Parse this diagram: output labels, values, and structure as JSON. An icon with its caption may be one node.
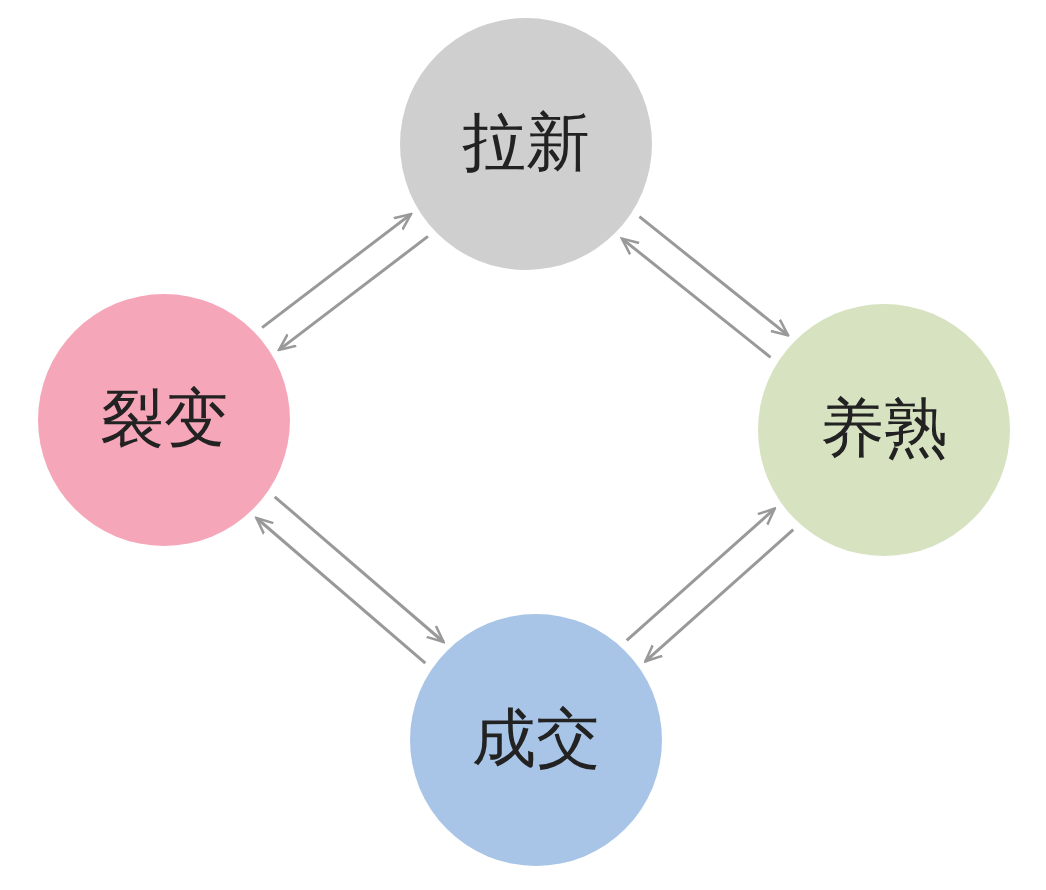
{
  "diagram": {
    "nodes": [
      {
        "text": [
          "拉新"
        ]
      },
      {
        "text": [
          "裂变"
        ]
      },
      {
        "text": [
          "养熟"
        ]
      },
      {
        "text": [
          "成交"
        ]
      }
    ],
    "edges": [
      {
        "from": 1,
        "to": 0,
        "arrow": "to"
      },
      {
        "from": 0,
        "to": 1,
        "arrow": "to"
      },
      {
        "from": 2,
        "to": 0,
        "arrow": "to"
      },
      {
        "from": 0,
        "to": 2,
        "arrow": "to"
      },
      {
        "from": 3,
        "to": 1,
        "arrow": "to"
      },
      {
        "from": 1,
        "to": 3,
        "arrow": "to"
      },
      {
        "from": 3,
        "to": 2,
        "arrow": "to"
      },
      {
        "from": 2,
        "to": 3,
        "arrow": "to"
      }
    ]
  }
}
